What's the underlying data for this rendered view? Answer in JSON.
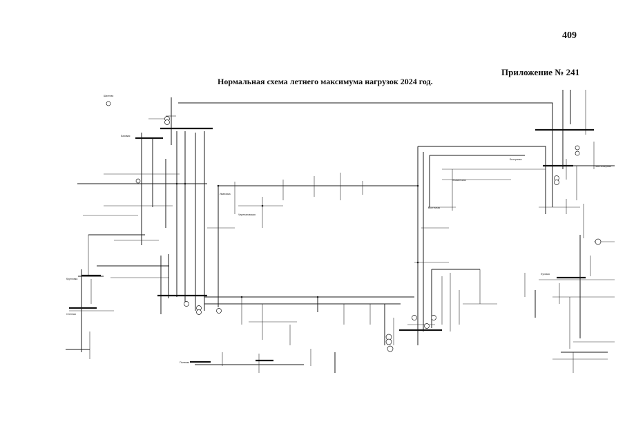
{
  "page_number": "409",
  "appendix_label": "Приложение № 241",
  "title": "Нормальная схема летнего максимума нагрузок 2024 год.",
  "node_labels": [
    "Шахтная",
    "Базовая",
    "Ивановка",
    "Черепановская",
    "Кругловка",
    "Степная",
    "Восточная",
    "Знаменская",
    "Быстрянка",
    "Чистоозерная",
    "Луговая",
    "Полевая"
  ]
}
